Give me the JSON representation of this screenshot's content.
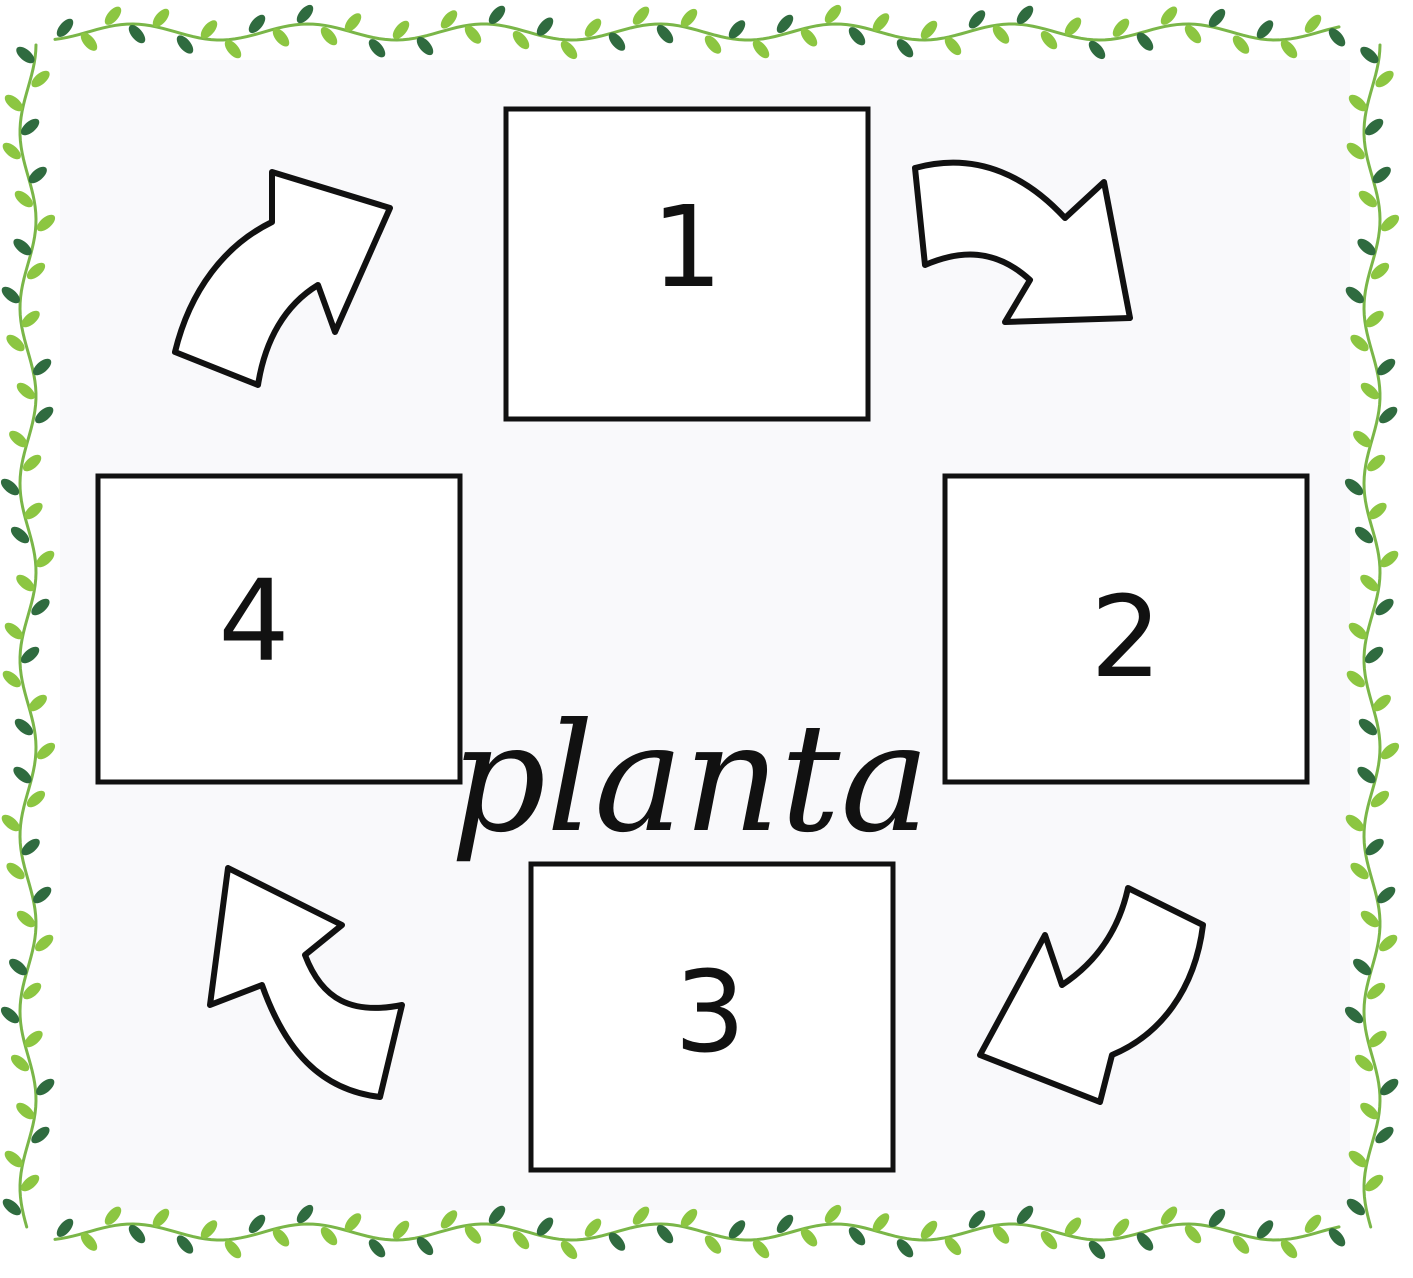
{
  "frame": {
    "border_style": "green leafy vine",
    "colors": {
      "light_leaf": "#8cc641",
      "dark_leaf": "#2f6b3f",
      "stem": "#7ab648",
      "background": "#f9f9fb"
    }
  },
  "cycle": {
    "word": "planta",
    "steps": [
      {
        "number": "1"
      },
      {
        "number": "2"
      },
      {
        "number": "3"
      },
      {
        "number": "4"
      }
    ],
    "arrows": [
      {
        "from": "4",
        "to": "1",
        "icon": "curved-arrow-up-right"
      },
      {
        "from": "1",
        "to": "2",
        "icon": "curved-arrow-down-right"
      },
      {
        "from": "2",
        "to": "3",
        "icon": "curved-arrow-down-left"
      },
      {
        "from": "3",
        "to": "4",
        "icon": "curved-arrow-up-left"
      }
    ]
  }
}
